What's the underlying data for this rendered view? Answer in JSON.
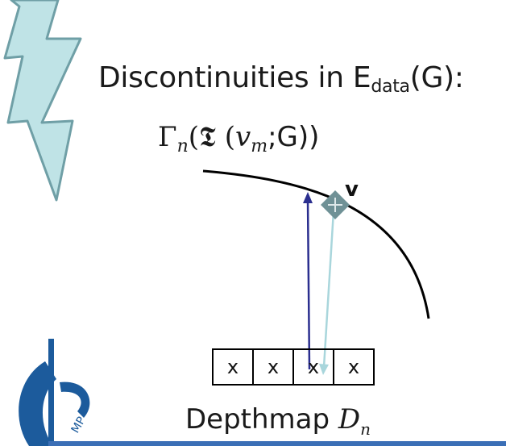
{
  "title": {
    "prefix": "Discontinuities in E",
    "subscript": "data",
    "suffix": "(G):"
  },
  "formula": {
    "gamma": "Γ",
    "gamma_sub": "n",
    "open": "(",
    "glyph": "𝕿",
    "open2": " (",
    "v": "v",
    "v_sub": "m",
    "tail": ";G))"
  },
  "vertex_label": "v",
  "cells": [
    "x",
    "x",
    "x",
    "x"
  ],
  "depthmap": {
    "prefix": "Depthmap ",
    "var": "D",
    "sub": "n"
  },
  "colors": {
    "lightning": "#bfe3e6",
    "lightning_stroke": "#6f9fa6",
    "vertex": "#6f9196",
    "arrow_dark": "#2b2f8f",
    "arrow_light": "#a9d6dc",
    "logo": "#1c5b9c",
    "bar": "#3b6fb6"
  },
  "icons": [
    "lightning-bolt-icon",
    "vertex-marker-icon",
    "institute-logo-icon"
  ]
}
